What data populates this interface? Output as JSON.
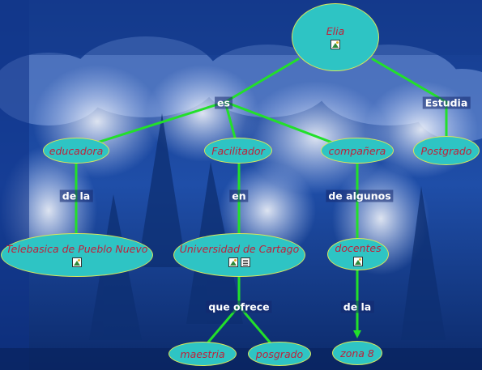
{
  "colors": {
    "node_fill": "#2ec4c4",
    "node_border": "#d8e65a",
    "node_text": "#c0203a",
    "link": "#22e02a",
    "label_text": "#ffffff"
  },
  "nodes": {
    "elia": {
      "text": "Elia",
      "icons": [
        "image-icon"
      ]
    },
    "educadora": {
      "text": "educadora",
      "icons": []
    },
    "facilitador": {
      "text": "Facilitador",
      "icons": []
    },
    "companera": {
      "text": "compañera",
      "icons": []
    },
    "postgrado": {
      "text": "Postgrado",
      "icons": []
    },
    "telebasica": {
      "text": "Telebasica de Pueblo Nuevo",
      "icons": [
        "image-icon"
      ]
    },
    "universidad": {
      "text": "Universidad de Cartago",
      "icons": [
        "image-icon",
        "document-icon"
      ]
    },
    "docentes": {
      "text": "docentes",
      "icons": [
        "image-icon"
      ]
    },
    "maestria": {
      "text": "maestria",
      "icons": []
    },
    "posgrado": {
      "text": "posgrado",
      "icons": []
    },
    "zona8": {
      "text": "zona 8",
      "icons": []
    }
  },
  "linking_phrases": {
    "es": "es",
    "estudia": "Estudia",
    "de_la_1": "de la",
    "en": "en",
    "de_algunos": "de algunos",
    "que_ofrece": "que ofrece",
    "de_la_2": "de la"
  }
}
